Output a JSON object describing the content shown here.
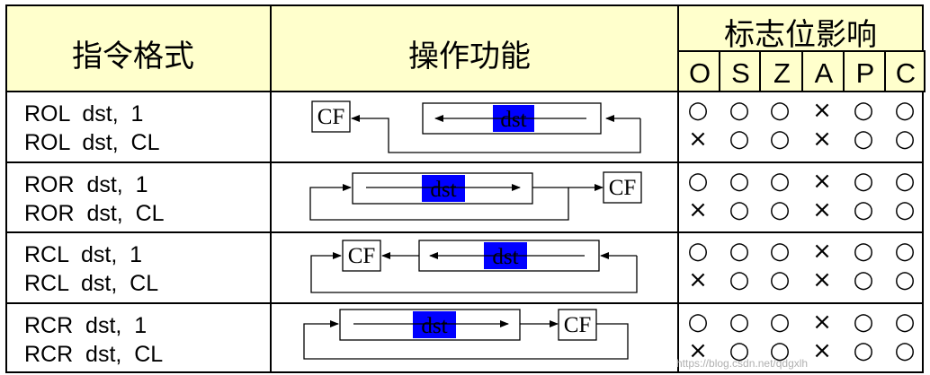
{
  "header": {
    "format": "指令格式",
    "function": "操作功能",
    "flags_title": "标志位影响",
    "flags": [
      "O",
      "S",
      "Z",
      "A",
      "P",
      "C"
    ]
  },
  "rows": [
    {
      "instructions": [
        "ROL  dst,  1",
        "ROL  dst,  CL"
      ],
      "diagram": {
        "cf": "CF",
        "dst": "dst"
      },
      "marks": [
        [
          "○",
          "○",
          "○",
          "×",
          "○",
          "○"
        ],
        [
          "×",
          "○",
          "○",
          "×",
          "○",
          "○"
        ]
      ]
    },
    {
      "instructions": [
        "ROR  dst,  1",
        "ROR  dst,  CL"
      ],
      "diagram": {
        "cf": "CF",
        "dst": "dst"
      },
      "marks": [
        [
          "○",
          "○",
          "○",
          "×",
          "○",
          "○"
        ],
        [
          "×",
          "○",
          "○",
          "×",
          "○",
          "○"
        ]
      ]
    },
    {
      "instructions": [
        "RCL  dst,  1",
        "RCL  dst,  CL"
      ],
      "diagram": {
        "cf": "CF",
        "dst": "dst"
      },
      "marks": [
        [
          "○",
          "○",
          "○",
          "×",
          "○",
          "○"
        ],
        [
          "×",
          "○",
          "○",
          "×",
          "○",
          "○"
        ]
      ]
    },
    {
      "instructions": [
        "RCR  dst,  1",
        "RCR  dst,  CL"
      ],
      "diagram": {
        "cf": "CF",
        "dst": "dst"
      },
      "marks": [
        [
          "○",
          "○",
          "○",
          "×",
          "○",
          "○"
        ],
        [
          "×",
          "○",
          "○",
          "×",
          "○",
          "○"
        ]
      ]
    }
  ],
  "colors": {
    "header_bg": "#ffffcc",
    "dst_fill": "#0000ff",
    "border": "#000000"
  },
  "watermark": "https://blog.csdn.net/qdgxlh"
}
